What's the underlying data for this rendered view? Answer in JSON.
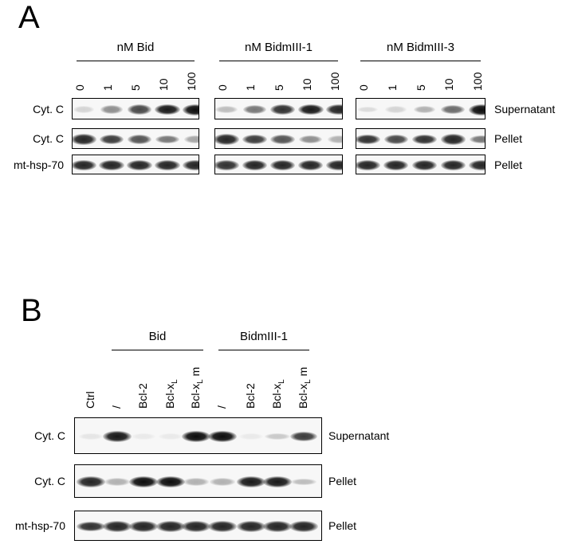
{
  "panelA": {
    "letter": "A",
    "groups": [
      {
        "label": "nM Bid",
        "lanes": [
          "0",
          "1",
          "5",
          "10",
          "100"
        ]
      },
      {
        "label": "nM BidmIII-1",
        "lanes": [
          "0",
          "1",
          "5",
          "10",
          "100"
        ]
      },
      {
        "label": "nM BidmIII-3",
        "lanes": [
          "0",
          "1",
          "5",
          "10",
          "100"
        ]
      }
    ],
    "rows": [
      {
        "label": "Cyt. C",
        "fraction": "Supernatant",
        "intensity": [
          [
            0.15,
            0.45,
            0.75,
            0.95,
            1.0
          ],
          [
            0.25,
            0.55,
            0.85,
            0.95,
            0.9
          ],
          [
            0.12,
            0.15,
            0.3,
            0.6,
            1.0
          ]
        ]
      },
      {
        "label": "Cyt. C",
        "fraction": "Pellet",
        "intensity": [
          [
            0.9,
            0.8,
            0.7,
            0.55,
            0.35
          ],
          [
            0.9,
            0.8,
            0.7,
            0.45,
            0.3
          ],
          [
            0.85,
            0.75,
            0.85,
            0.9,
            0.55
          ]
        ]
      },
      {
        "label": "mt-hsp-70",
        "fraction": "Pellet",
        "intensity": [
          [
            0.9,
            0.9,
            0.9,
            0.9,
            0.9
          ],
          [
            0.85,
            0.9,
            0.9,
            0.9,
            0.9
          ],
          [
            0.9,
            0.9,
            0.9,
            0.9,
            0.9
          ]
        ]
      }
    ]
  },
  "panelB": {
    "letter": "B",
    "groups": [
      {
        "label": "Bid"
      },
      {
        "label": "BidmIII-1"
      }
    ],
    "lanes": [
      {
        "main": "Ctrl",
        "sub": ""
      },
      {
        "main": "/",
        "sub": ""
      },
      {
        "main": "Bcl-2",
        "sub": ""
      },
      {
        "main": "Bcl-x",
        "sub": "L"
      },
      {
        "main": "Bcl-x",
        "sub": "L",
        "suffix": "m"
      },
      {
        "main": "/",
        "sub": ""
      },
      {
        "main": "Bcl-2",
        "sub": ""
      },
      {
        "main": "Bcl-x",
        "sub": "L"
      },
      {
        "main": "Bcl-x",
        "sub": "L",
        "suffix": "m"
      }
    ],
    "rows": [
      {
        "label": "Cyt. C",
        "fraction": "Supernatant",
        "intensity": [
          0.08,
          0.95,
          0.05,
          0.05,
          1.0,
          1.0,
          0.05,
          0.2,
          0.8
        ]
      },
      {
        "label": "Cyt. C",
        "fraction": "Pellet",
        "intensity": [
          0.9,
          0.3,
          1.0,
          1.0,
          0.3,
          0.3,
          0.95,
          0.95,
          0.25
        ]
      },
      {
        "label": "mt-hsp-70",
        "fraction": "Pellet",
        "intensity": [
          0.85,
          0.9,
          0.9,
          0.9,
          0.9,
          0.9,
          0.9,
          0.9,
          0.9
        ]
      }
    ]
  }
}
